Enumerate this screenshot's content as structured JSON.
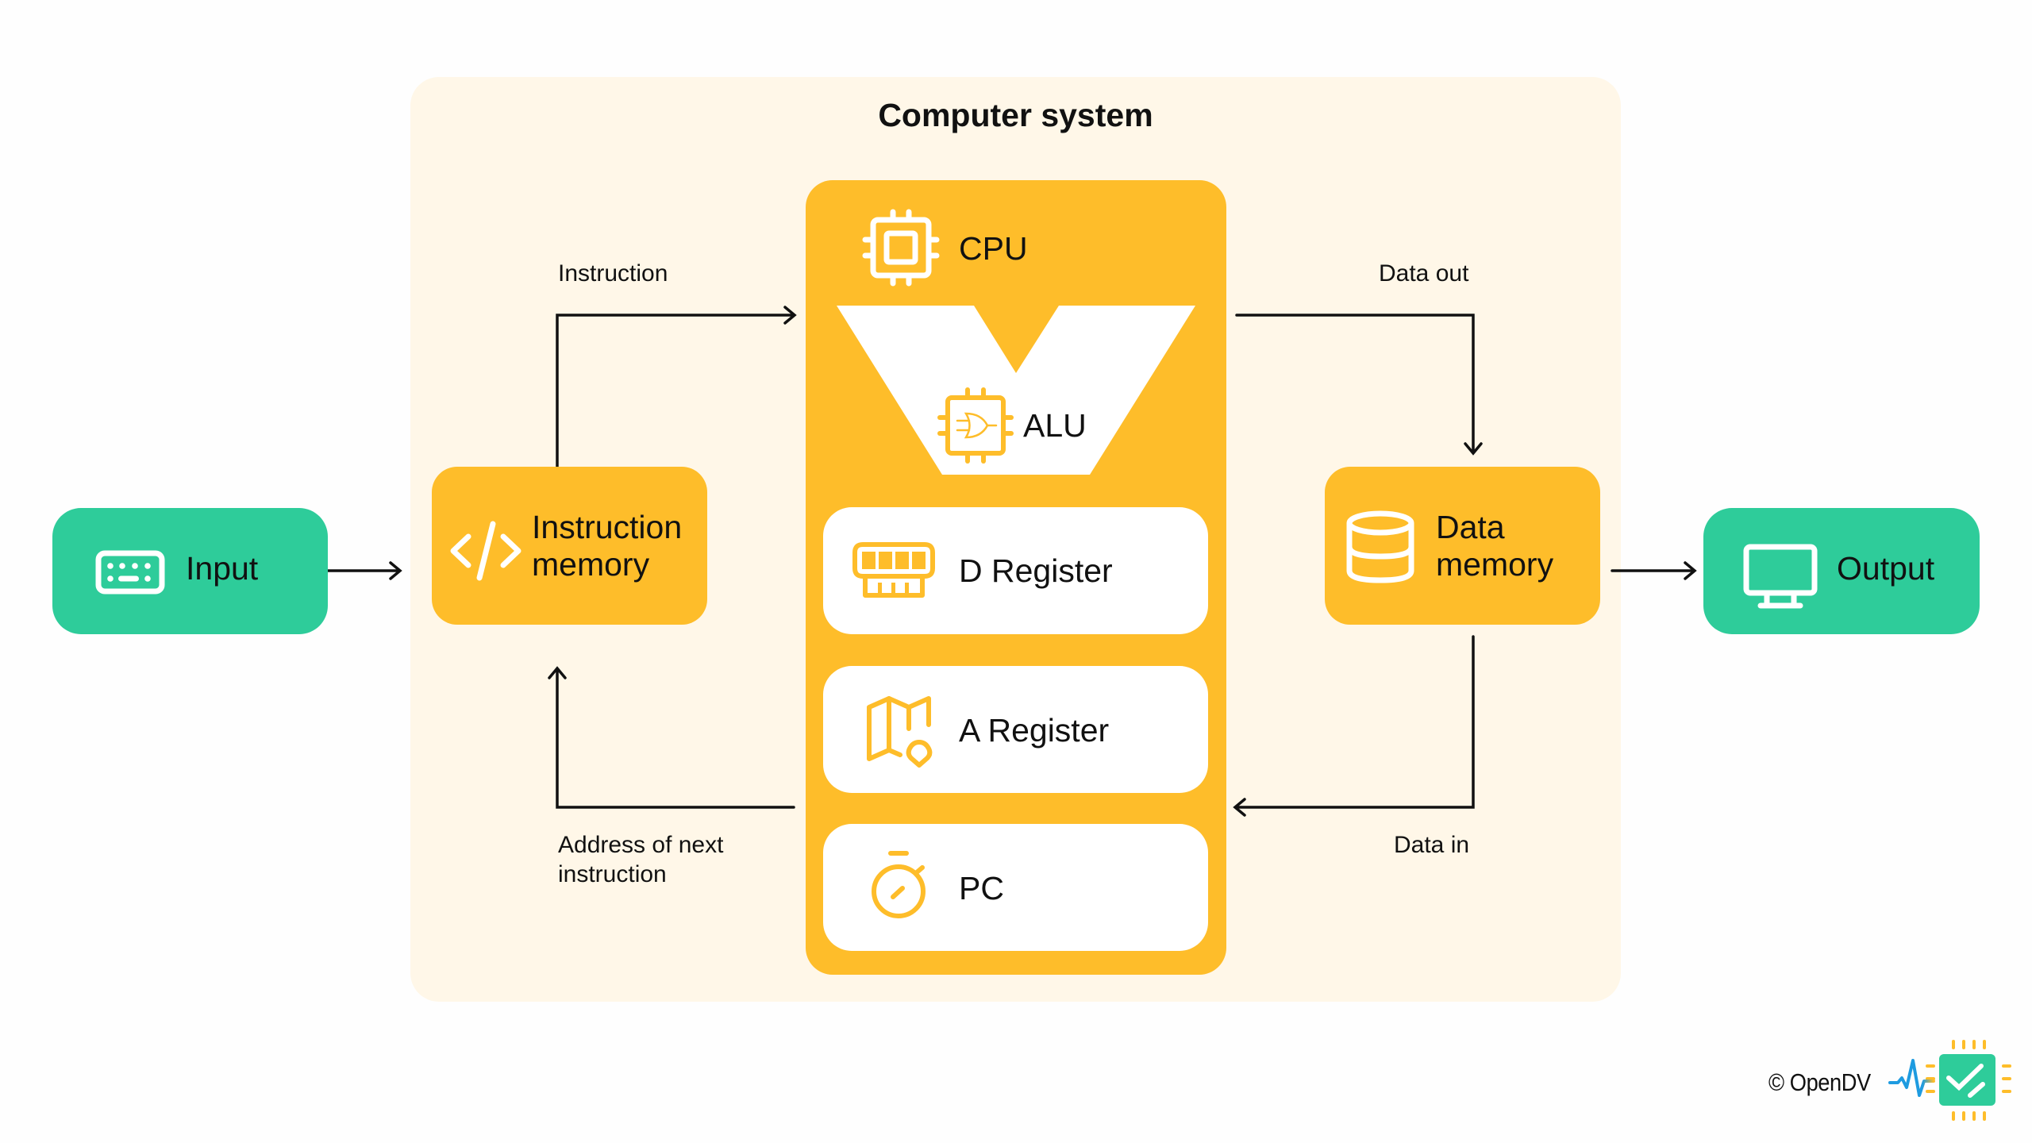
{
  "diagram": {
    "title": "Computer system",
    "external": {
      "input": {
        "label": "Input",
        "icon": "keyboard-icon"
      },
      "output": {
        "label": "Output",
        "icon": "monitor-icon"
      }
    },
    "memories": {
      "instruction_memory": {
        "line1": "Instruction",
        "line2": "memory",
        "icon": "code-icon"
      },
      "data_memory": {
        "line1": "Data",
        "line2": "memory",
        "icon": "database-icon"
      }
    },
    "cpu": {
      "label": "CPU",
      "icon": "chip-icon",
      "alu": {
        "label": "ALU",
        "icon": "logic-gate-chip-icon"
      },
      "registers": [
        {
          "label": "D Register",
          "icon": "ram-icon"
        },
        {
          "label": "A Register",
          "icon": "map-pin-icon"
        },
        {
          "label": "PC",
          "icon": "stopwatch-icon"
        }
      ]
    },
    "connections": {
      "instruction": "Instruction",
      "address_next_line1": "Address of next",
      "address_next_line2": "instruction",
      "data_out": "Data out",
      "data_in": "Data in"
    },
    "footer": {
      "copyright": "© OpenDV",
      "logo": "opendv-chip-check-logo"
    },
    "colors": {
      "io_green": "#2ecc9a",
      "component_yellow": "#febd2a",
      "system_background": "#fff7e8",
      "logo_blue": "#1e9be0"
    }
  }
}
